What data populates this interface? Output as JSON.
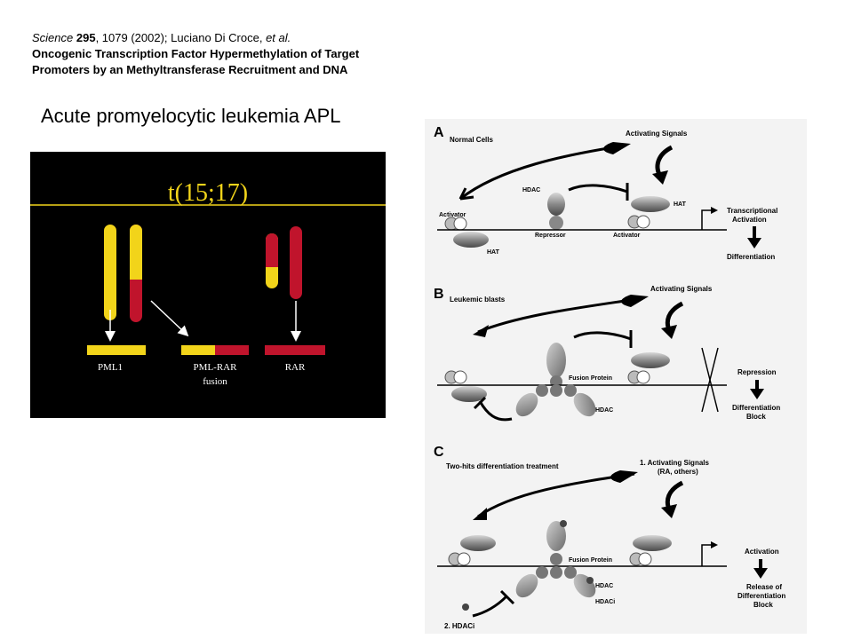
{
  "citation": {
    "journal": "Science",
    "volume": "295",
    "rest": ", 1079 (2002); Luciano Di Croce, ",
    "etal": "et al.",
    "line2": "Oncogenic Transcription Factor Hypermethylation of Target",
    "line3": "Promoters by an Methyltransferase Recruitment and DNA"
  },
  "slide_title": "Acute promyelocytic leukemia  APL",
  "translocation": {
    "heading": "t(15;17)",
    "pml_label": "PML1",
    "fusion_label": "PML-RAR",
    "fusion_sub": "fusion",
    "rar_label": "RAR",
    "colors": {
      "yellow": "#f2d41a",
      "red": "#c0142c",
      "background": "#000000"
    }
  },
  "diagram": {
    "panel_a": {
      "letter": "A",
      "heading": "Normal Cells",
      "signals": "Activating  Signals",
      "hdac": "HDAC",
      "hat_top": "HAT",
      "activator_left": "Activator",
      "repressor": "Repressor",
      "activator_right": "Activator",
      "hat_bottom": "HAT",
      "outcome_1": "Transcriptional",
      "outcome_2": "Activation",
      "outcome_3": "Differentiation"
    },
    "panel_b": {
      "letter": "B",
      "heading": "Leukemic blasts",
      "signals": "Activating  Signals",
      "fusion": "Fusion Protein",
      "hdac": "HDAC",
      "outcome_1": "Repression",
      "outcome_2": "Differentiation",
      "outcome_3": "Block"
    },
    "panel_c": {
      "letter": "C",
      "heading": "Two-hits differentiation treatment",
      "signals_1": "1. Activating Signals",
      "signals_2": "(RA, others)",
      "fusion": "Fusion Protein",
      "hdac": "HDAC",
      "hdaci": "HDACi",
      "outcome_1": "Activation",
      "outcome_2": "Release of",
      "outcome_3": "Differentiation",
      "outcome_4": "Block",
      "treatment": "2. HDACi"
    }
  }
}
